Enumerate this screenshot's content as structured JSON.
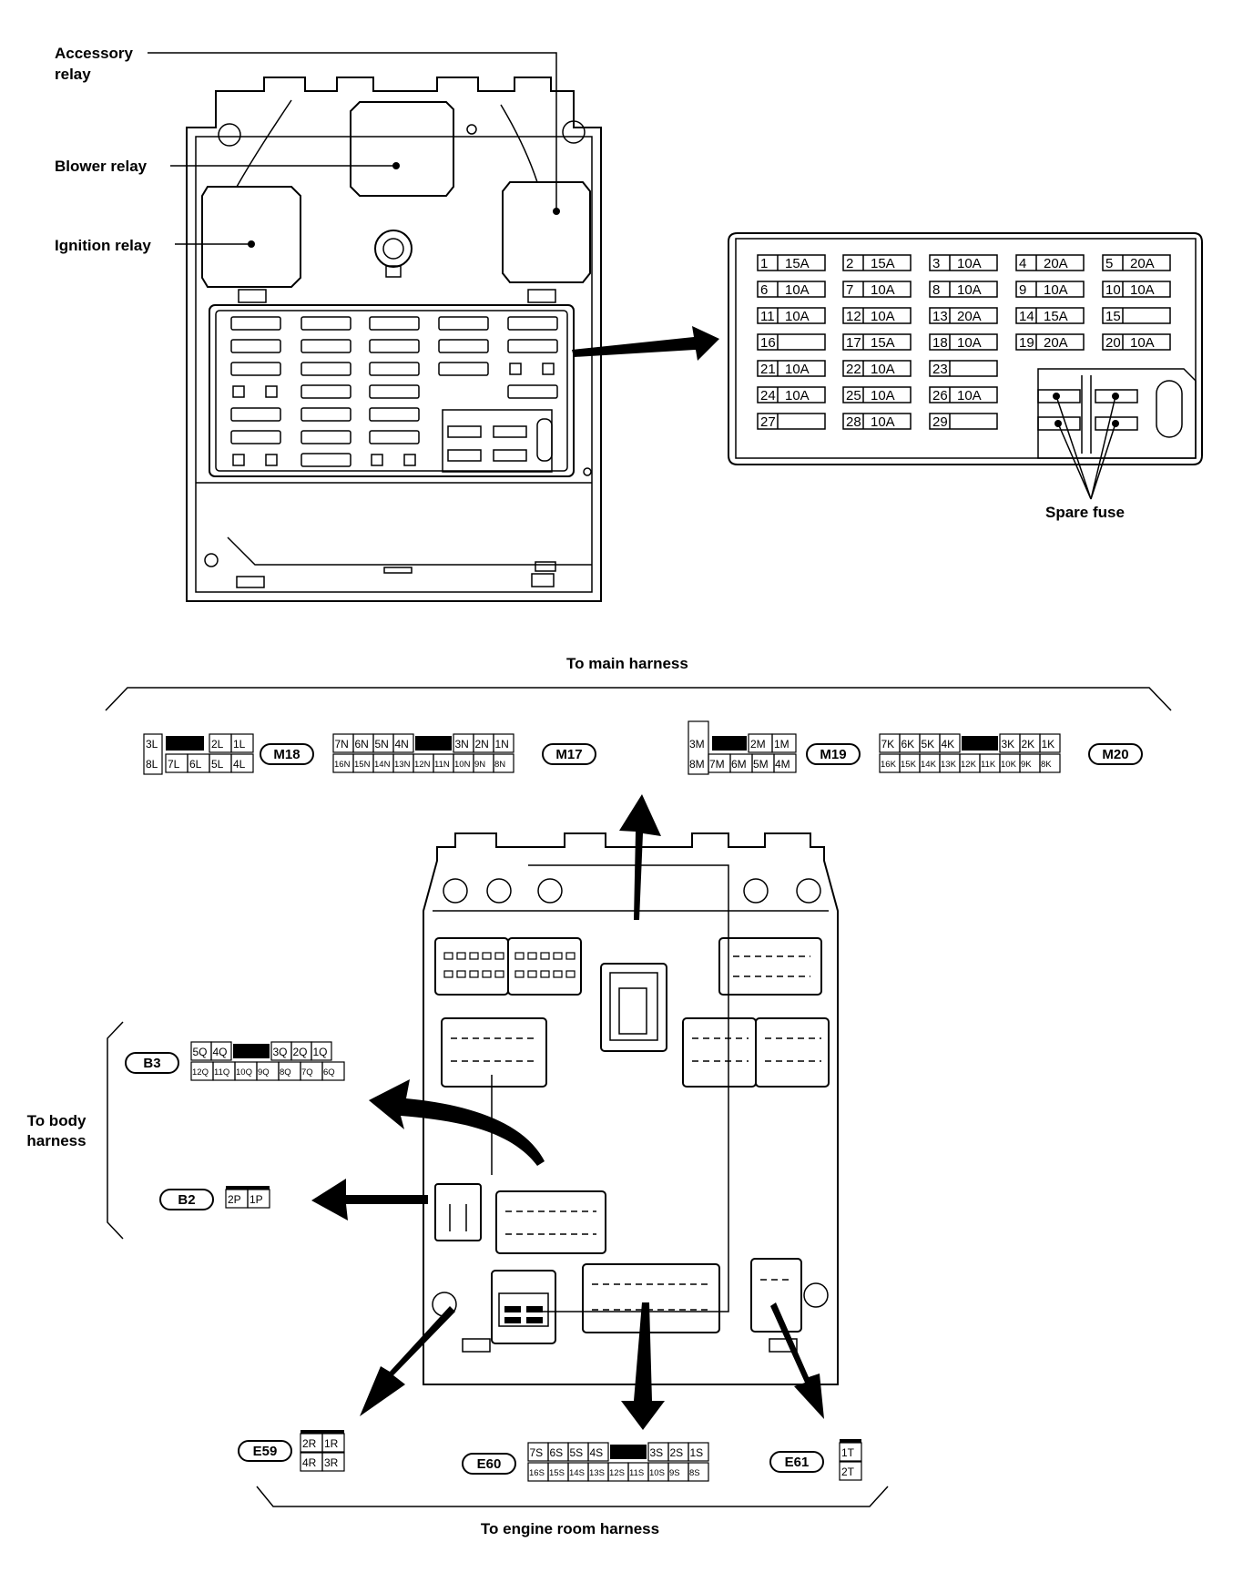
{
  "labels": {
    "accessory_relay": [
      "Accessory",
      "relay"
    ],
    "blower_relay": "Blower relay",
    "ignition_relay": "Ignition relay",
    "spare_fuse": "Spare fuse",
    "to_main_harness": "To main harness",
    "to_body_harness": [
      "To body",
      "harness"
    ],
    "to_engine_room_harness": "To engine room harness"
  },
  "fuses": [
    {
      "n": "1",
      "a": "15A"
    },
    {
      "n": "2",
      "a": "15A"
    },
    {
      "n": "3",
      "a": "10A"
    },
    {
      "n": "4",
      "a": "20A"
    },
    {
      "n": "5",
      "a": "20A"
    },
    {
      "n": "6",
      "a": "10A"
    },
    {
      "n": "7",
      "a": "10A"
    },
    {
      "n": "8",
      "a": "10A"
    },
    {
      "n": "9",
      "a": "10A"
    },
    {
      "n": "10",
      "a": "10A"
    },
    {
      "n": "11",
      "a": "10A"
    },
    {
      "n": "12",
      "a": "10A"
    },
    {
      "n": "13",
      "a": "20A"
    },
    {
      "n": "14",
      "a": "15A"
    },
    {
      "n": "15",
      "a": ""
    },
    {
      "n": "16",
      "a": ""
    },
    {
      "n": "17",
      "a": "15A"
    },
    {
      "n": "18",
      "a": "10A"
    },
    {
      "n": "19",
      "a": "20A"
    },
    {
      "n": "20",
      "a": "10A"
    },
    {
      "n": "21",
      "a": "10A"
    },
    {
      "n": "22",
      "a": "10A"
    },
    {
      "n": "23",
      "a": ""
    },
    {
      "n": "24",
      "a": "10A"
    },
    {
      "n": "25",
      "a": "10A"
    },
    {
      "n": "26",
      "a": "10A"
    },
    {
      "n": "27",
      "a": ""
    },
    {
      "n": "28",
      "a": "10A"
    },
    {
      "n": "29",
      "a": ""
    }
  ],
  "connectors": {
    "M18": {
      "id": "M18",
      "top": [
        "3L",
        "■",
        "2L",
        "1L"
      ],
      "bottom": [
        "8L",
        "7L",
        "6L",
        "5L",
        "4L"
      ]
    },
    "M17": {
      "id": "M17",
      "top": [
        "7N",
        "6N",
        "5N",
        "4N",
        "■",
        "3N",
        "2N",
        "1N"
      ],
      "bottom": [
        "16N",
        "15N",
        "14N",
        "13N",
        "12N",
        "11N",
        "10N",
        "9N",
        "8N"
      ]
    },
    "M19": {
      "id": "M19",
      "top": [
        "3M",
        "■",
        "2M",
        "1M"
      ],
      "bottom": [
        "8M",
        "7M",
        "6M",
        "5M",
        "4M"
      ]
    },
    "M20": {
      "id": "M20",
      "top": [
        "7K",
        "6K",
        "5K",
        "4K",
        "■",
        "3K",
        "2K",
        "1K"
      ],
      "bottom": [
        "16K",
        "15K",
        "14K",
        "13K",
        "12K",
        "11K",
        "10K",
        "9K",
        "8K"
      ]
    },
    "B3": {
      "id": "B3",
      "top": [
        "5Q",
        "4Q",
        "■",
        "3Q",
        "2Q",
        "1Q"
      ],
      "bottom": [
        "12Q",
        "11Q",
        "10Q",
        "9Q",
        "8Q",
        "7Q",
        "6Q"
      ]
    },
    "B2": {
      "id": "B2",
      "top": [
        "2P",
        "1P"
      ]
    },
    "E59": {
      "id": "E59",
      "top": [
        "2R",
        "1R"
      ],
      "bottom": [
        "4R",
        "3R"
      ]
    },
    "E60": {
      "id": "E60",
      "top": [
        "7S",
        "6S",
        "5S",
        "4S",
        "■",
        "3S",
        "2S",
        "1S"
      ],
      "bottom": [
        "16S",
        "15S",
        "14S",
        "13S",
        "12S",
        "11S",
        "10S",
        "9S",
        "8S"
      ]
    },
    "E61": {
      "id": "E61",
      "top": [
        "1T"
      ],
      "bottom": [
        "2T"
      ]
    }
  }
}
